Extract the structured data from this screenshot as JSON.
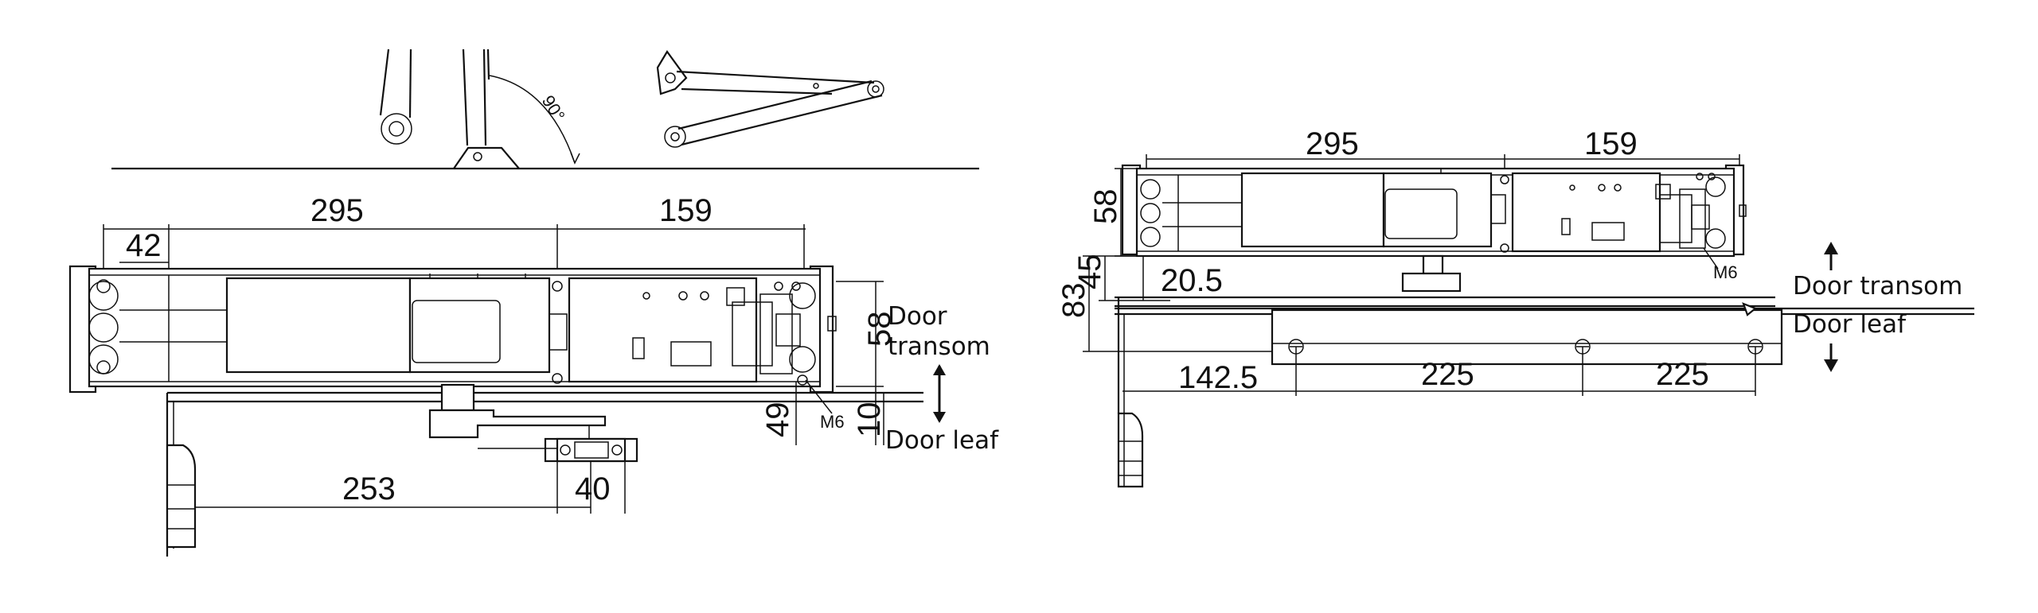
{
  "left_view": {
    "dims": {
      "d295": "295",
      "d159": "159",
      "d42": "42",
      "d58": "58",
      "d49": "49",
      "d10": "10",
      "d253": "253",
      "d40": "40"
    },
    "angle": "90°",
    "bolt": "M6",
    "labels": {
      "transom_line1": "Door",
      "transom_line2": "transom",
      "leaf": "Door leaf"
    }
  },
  "right_view": {
    "dims": {
      "d295": "295",
      "d159": "159",
      "d58": "58",
      "d45": "45",
      "d83": "83",
      "d20_5": "20.5",
      "d142_5": "142.5",
      "d225a": "225",
      "d225b": "225"
    },
    "bolt": "M6",
    "labels": {
      "transom": "Door transom",
      "leaf": "Door leaf"
    }
  }
}
